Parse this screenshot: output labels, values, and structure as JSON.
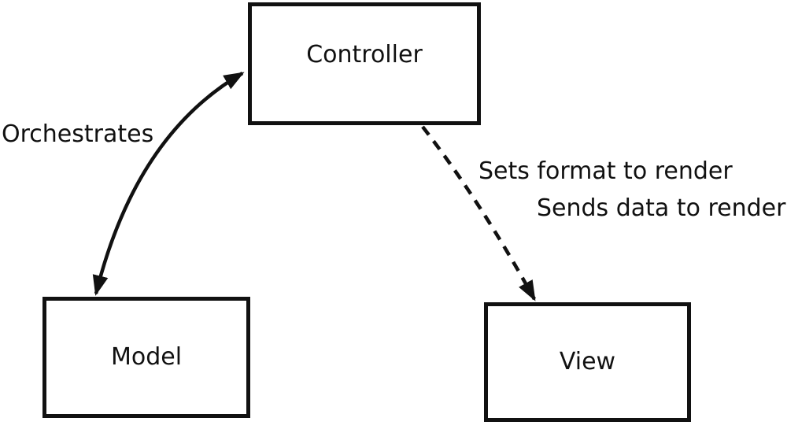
{
  "diagram": {
    "colors": {
      "ink": "#111111",
      "background": "#ffffff"
    },
    "nodes": {
      "controller": {
        "label": "Controller"
      },
      "model": {
        "label": "Model"
      },
      "view": {
        "label": "View"
      }
    },
    "edges": {
      "orchestrates": {
        "label": "Orchestrates",
        "from": "Controller",
        "to": "Model",
        "style": "solid curved double-headed arrow"
      },
      "render": {
        "labels": [
          "Sets format to render",
          "Sends data to render"
        ],
        "from": "Controller",
        "to": "View",
        "style": "dashed arrow"
      }
    }
  }
}
